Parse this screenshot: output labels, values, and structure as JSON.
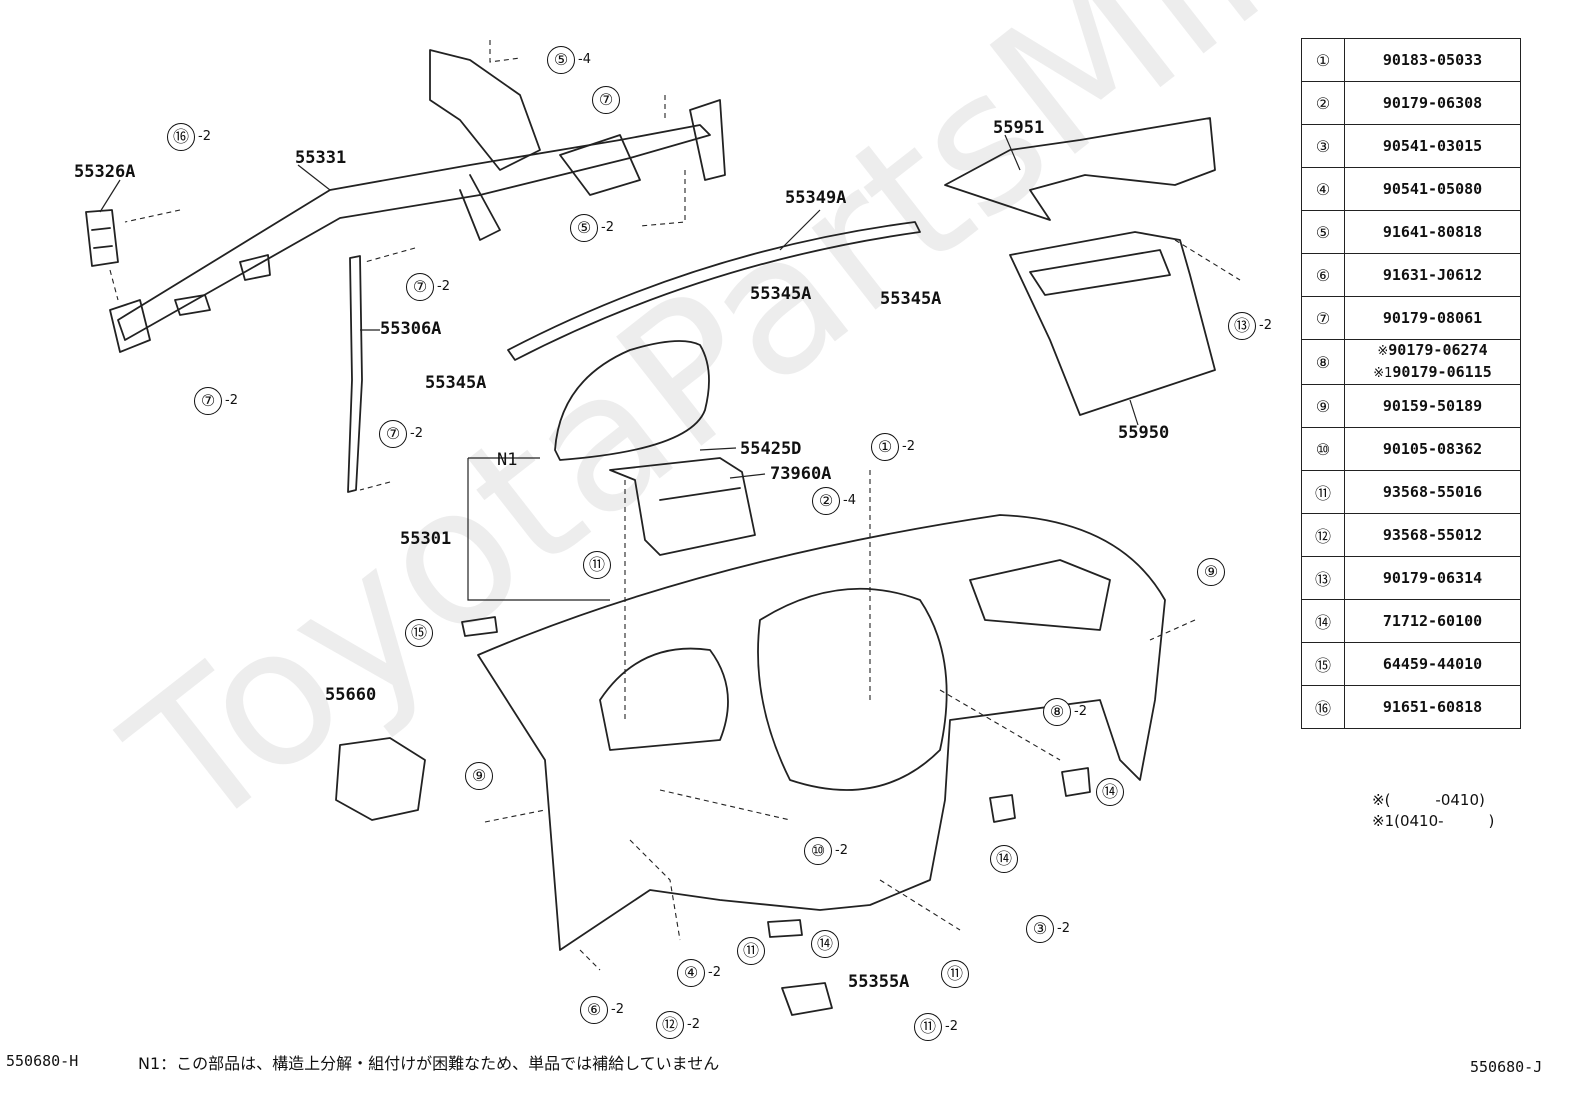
{
  "diagram": {
    "watermark": "ToyotaPartsMine",
    "parts": {
      "p55331": "55331",
      "p55326A": "55326A",
      "p55306A": "55306A",
      "p55349A": "55349A",
      "p55345A_a": "55345A",
      "p55345A_b": "55345A",
      "p55345A_c": "55345A",
      "p55951": "55951",
      "p55950": "55950",
      "p55425D": "55425D",
      "p73960A": "73960A",
      "p55301": "55301",
      "pN1": "N1",
      "p55660": "55660",
      "p55355A": "55355A"
    },
    "callouts": [
      {
        "num": "⑤",
        "qty": "-4"
      },
      {
        "num": "⑦",
        "qty": ""
      },
      {
        "num": "⑯",
        "qty": "-2"
      },
      {
        "num": "⑤",
        "qty": "-2"
      },
      {
        "num": "⑦",
        "qty": "-2"
      },
      {
        "num": "⑦",
        "qty": "-2"
      },
      {
        "num": "⑦",
        "qty": "-2"
      },
      {
        "num": "⑬",
        "qty": "-2"
      },
      {
        "num": "①",
        "qty": "-2"
      },
      {
        "num": "②",
        "qty": "-4"
      },
      {
        "num": "⑪",
        "qty": ""
      },
      {
        "num": "⑨",
        "qty": ""
      },
      {
        "num": "⑮",
        "qty": ""
      },
      {
        "num": "⑧",
        "qty": "-2"
      },
      {
        "num": "⑭",
        "qty": ""
      },
      {
        "num": "⑭",
        "qty": ""
      },
      {
        "num": "⑨",
        "qty": ""
      },
      {
        "num": "⑩",
        "qty": "-2"
      },
      {
        "num": "③",
        "qty": "-2"
      },
      {
        "num": "⑪",
        "qty": ""
      },
      {
        "num": "⑭",
        "qty": ""
      },
      {
        "num": "④",
        "qty": "-2"
      },
      {
        "num": "⑪",
        "qty": ""
      },
      {
        "num": "⑥",
        "qty": "-2"
      },
      {
        "num": "⑫",
        "qty": "-2"
      },
      {
        "num": "⑪",
        "qty": "-2"
      }
    ]
  },
  "parts_table": [
    {
      "num": "①",
      "pn": [
        "90183-05033"
      ]
    },
    {
      "num": "②",
      "pn": [
        "90179-06308"
      ]
    },
    {
      "num": "③",
      "pn": [
        "90541-03015"
      ]
    },
    {
      "num": "④",
      "pn": [
        "90541-05080"
      ]
    },
    {
      "num": "⑤",
      "pn": [
        "91641-80818"
      ]
    },
    {
      "num": "⑥",
      "pn": [
        "91631-J0612"
      ]
    },
    {
      "num": "⑦",
      "pn": [
        "90179-08061"
      ]
    },
    {
      "num": "⑧",
      "pn": [
        "90179-06274",
        "90179-06115"
      ],
      "marks": [
        "※",
        "※1"
      ]
    },
    {
      "num": "⑨",
      "pn": [
        "90159-50189"
      ]
    },
    {
      "num": "⑩",
      "pn": [
        "90105-08362"
      ]
    },
    {
      "num": "⑪",
      "pn": [
        "93568-55016"
      ]
    },
    {
      "num": "⑫",
      "pn": [
        "93568-55012"
      ]
    },
    {
      "num": "⑬",
      "pn": [
        "90179-06314"
      ]
    },
    {
      "num": "⑭",
      "pn": [
        "71712-60100"
      ]
    },
    {
      "num": "⑮",
      "pn": [
        "64459-44010"
      ]
    },
    {
      "num": "⑯",
      "pn": [
        "91651-60818"
      ]
    }
  ],
  "footnotes": {
    "line1": "※(　　　-0410)",
    "line2": "※1(0410-　　　)"
  },
  "footer": {
    "left_code": "550680-H",
    "note": "N1：この部品は、構造上分解・組付けが困難なため、単品では補給していません",
    "right_code": "550680-J"
  }
}
